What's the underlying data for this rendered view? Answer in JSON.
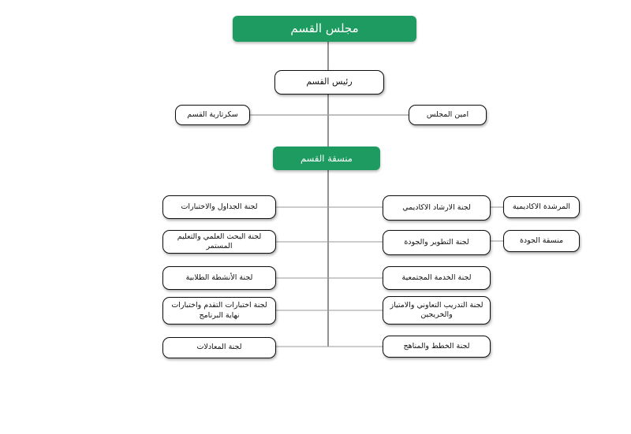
{
  "colors": {
    "accent_green": "#1d9b60",
    "box_border": "#0d0d0d",
    "connector_horizontal": "#9a9a9a",
    "connector_vertical": "#4a4a4a"
  },
  "org": {
    "council": "مجلس القسم",
    "head": "رئيس القسم",
    "secretary": "سكرتارية القسم",
    "council_secretary": "امين المجلس",
    "coordinator": "منسقة القسم",
    "left_committees": [
      "لجنة الجداول والاختبارات",
      "لجنة البحث العلمي والتعليم المستمر",
      "لجنة الأنشطة الطلابية",
      "لجنة اختبارات التقدم واختبارات نهاية البرنامج",
      "لجنة المعادلات"
    ],
    "right_committees": [
      "لجنة الارشاد الاكاديمي",
      "لجنة التطوير والجودة",
      "لجنة الخدمة المجتمعية",
      "لجنة التدريب التعاوني والامتياز والخريجين",
      "لجنة الخطط والمناهج"
    ],
    "side_roles": [
      "المرشدة الاكاديمية",
      "منسقة الجودة"
    ]
  }
}
